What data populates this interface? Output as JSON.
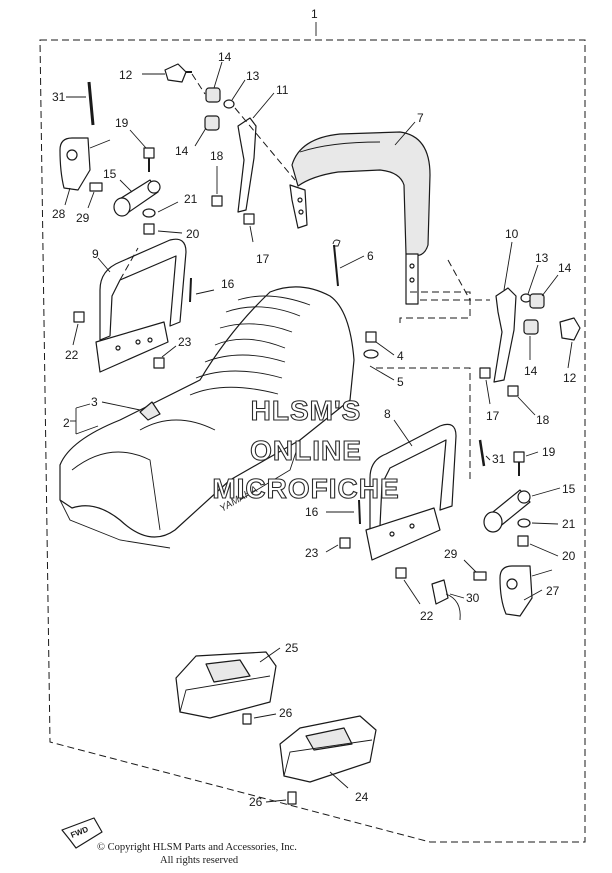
{
  "diagram": {
    "assembly_number": "1",
    "callouts": {
      "c2": "2",
      "c3": "3",
      "c4": "4",
      "c5": "5",
      "c6": "6",
      "c7": "7",
      "c8": "8",
      "c9": "9",
      "c10": "10",
      "c11": "11",
      "c12a": "12",
      "c12b": "12",
      "c13a": "13",
      "c13b": "13",
      "c14a": "14",
      "c14b": "14",
      "c14c": "14",
      "c14d": "14",
      "c15a": "15",
      "c15b": "15",
      "c16a": "16",
      "c16b": "16",
      "c17a": "17",
      "c17b": "17",
      "c18a": "18",
      "c18b": "18",
      "c19a": "19",
      "c19b": "19",
      "c20a": "20",
      "c20b": "20",
      "c21a": "21",
      "c21b": "21",
      "c22a": "22",
      "c22b": "22",
      "c23a": "23",
      "c23b": "23",
      "c24": "24",
      "c25": "25",
      "c26a": "26",
      "c26b": "26",
      "c27": "27",
      "c28": "28",
      "c29a": "29",
      "c29b": "29",
      "c30": "30",
      "c31a": "31",
      "c31b": "31"
    },
    "seat_brand": "YAMAHA",
    "fwd_label": "FWD"
  },
  "watermark": {
    "line1": "HLSM'S",
    "line2": "ONLINE",
    "line3": "MICROFICHE"
  },
  "footer": {
    "copyright": "© Copyright HLSM Parts and Accessories, Inc.",
    "rights": "All rights reserved"
  }
}
